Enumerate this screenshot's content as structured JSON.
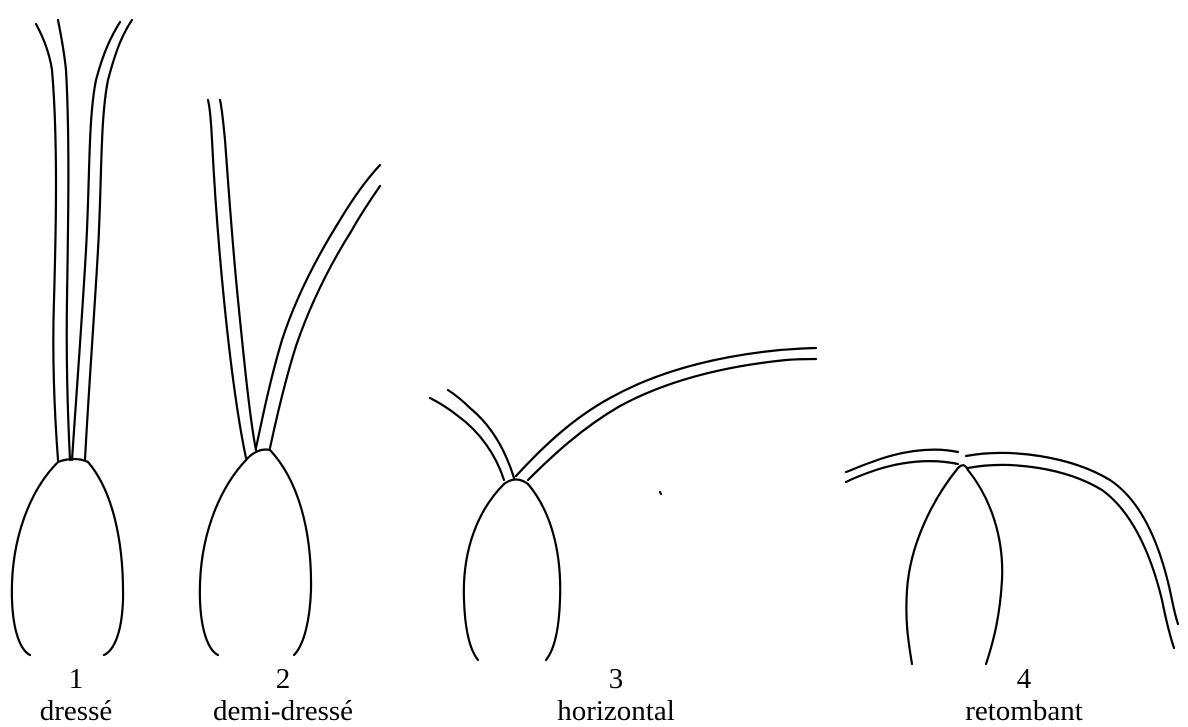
{
  "figures": [
    {
      "number": "1",
      "label": "dressé"
    },
    {
      "number": "2",
      "label": "demi-dressé"
    },
    {
      "number": "3",
      "label": "horizontal"
    },
    {
      "number": "4",
      "label": "retombant"
    }
  ],
  "colors": {
    "ink": "#000000",
    "background": "#ffffff"
  }
}
